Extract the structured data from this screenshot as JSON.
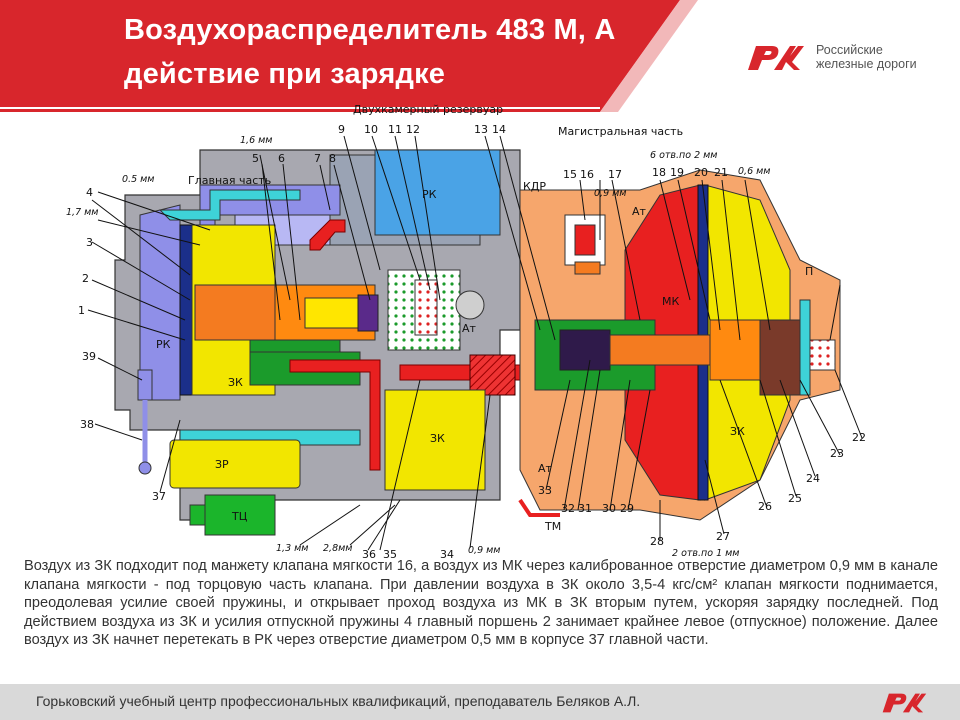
{
  "header": {
    "title_line1": "Воздухораспределитель  483 М, А",
    "title_line2": "действие при зарядке",
    "logo_text_line1": "Российские",
    "logo_text_line2": "железные дороги",
    "logo_mark": "РЖД",
    "colors": {
      "red": "#d8262c",
      "white": "#ffffff"
    }
  },
  "diagram": {
    "headings": {
      "two_chamber_reservoir": "Двухкамерный резервуар",
      "main_part": "Главная часть",
      "magistral_part": "Магистральная часть"
    },
    "chambers": {
      "rk_top": "РК",
      "rk_left": "РК",
      "zk_main": "ЗК",
      "zk_lower": "ЗК",
      "zk_right": "ЗК",
      "zr": "ЗР",
      "tc": "ТЦ",
      "at_1": "Ат",
      "at_2": "Ат",
      "at_3": "Ат",
      "mk": "МК",
      "kdr": "КДР",
      "tm": "ТМ",
      "p": "П"
    },
    "dimension_labels": {
      "d_1_6": "1,6 мм",
      "d_0_5": "0.5 мм",
      "d_1_7": "1,7 мм",
      "d_0_9_top": "0,9 мм",
      "d_6_holes": "6 отв.по 2 мм",
      "d_0_6": "0,6 мм",
      "d_1_3": "1,3 мм",
      "d_2_8": "2,8мм",
      "d_0_9_bottom": "0,9 мм",
      "d_2_holes": "2 отв.по 1 мм"
    },
    "part_numbers": {
      "p1": "1",
      "p2": "2",
      "p3": "3",
      "p4": "4",
      "p5": "5",
      "p6": "6",
      "p7": "7",
      "p8": "8",
      "p9": "9",
      "p10": "10",
      "p11": "11",
      "p12": "12",
      "p13": "13",
      "p14": "14",
      "p15": "15",
      "p16": "16",
      "p17": "17",
      "p18": "18",
      "p19": "19",
      "p20": "20",
      "p21": "21",
      "p22": "22",
      "p23": "23",
      "p24": "24",
      "p25": "25",
      "p26": "26",
      "p27": "27",
      "p28": "28",
      "p29": "29",
      "p30": "30",
      "p31": "31",
      "p32": "32",
      "p33": "33",
      "p34": "34",
      "p35": "35",
      "p36": "36",
      "p37": "37",
      "p38": "38",
      "p39": "39"
    }
  },
  "description": "Воздух из ЗК подходит под манжету клапана мягкости 16, а воздух из МК через калиброванное отверстие диаметром 0,9 мм в канале клапана мягкости - под торцовую часть клапана. При давлении воздуха в ЗК около 3,5-4 кгс/см² клапан мягкости поднимается, преодолевая усилие своей пружины, и открывает проход воздуха из МК в ЗК вторым путем, ускоряя зарядку последней. Под действием воздуха из ЗК и усилия отпускной пружины 4 главный поршень 2 занимает крайнее левое (отпускное) положение. Далее воздух из ЗК начнет перетекать в РК через отверстие диаметром 0,5 мм в корпусе 37 главной части.",
  "footer": {
    "text": "Горьковский учебный центр профессиональных квалификаций, преподаватель Беляков А.Л.",
    "background": "#d9d9d9"
  }
}
